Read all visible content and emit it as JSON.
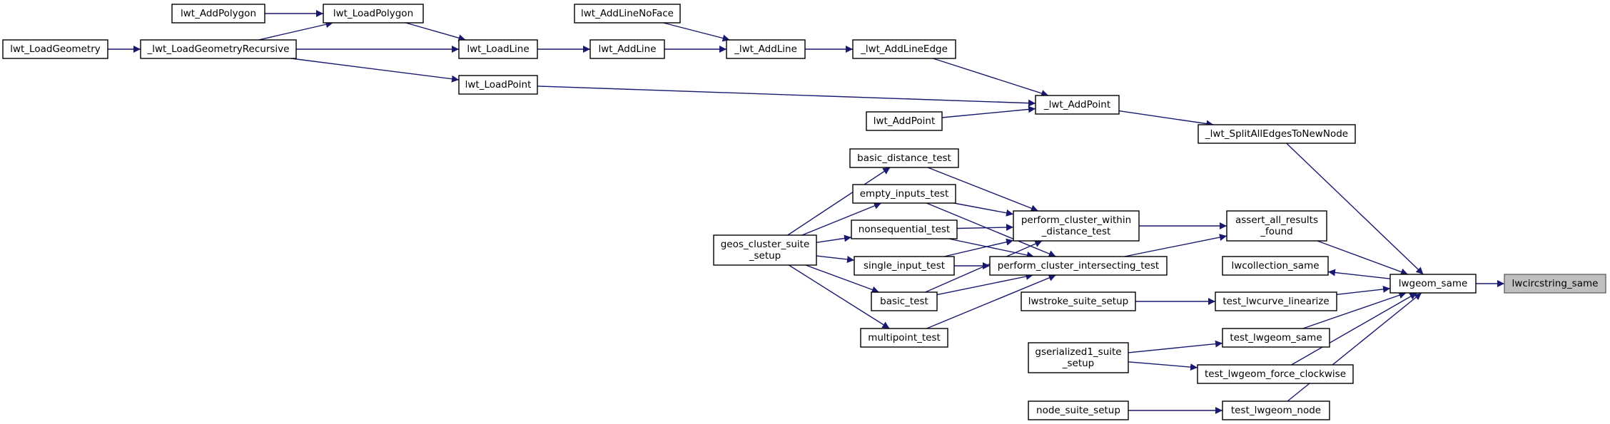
{
  "graph": {
    "edge_color": "#191970",
    "highlight_fill": "#bfbfbf",
    "nodes": {
      "lwcircstring_same": {
        "label": [
          "lwcircstring_same"
        ],
        "highlight": true
      },
      "lwgeom_same": {
        "label": [
          "lwgeom_same"
        ]
      },
      "lwt_SplitAllEdgesToNewNode": {
        "label": [
          "_lwt_SplitAllEdgesToNewNode"
        ]
      },
      "assert_all_results_found": {
        "label": [
          "assert_all_results",
          "_found"
        ]
      },
      "lwcollection_same": {
        "label": [
          "lwcollection_same"
        ]
      },
      "test_lwcurve_linearize": {
        "label": [
          "test_lwcurve_linearize"
        ]
      },
      "test_lwgeom_same": {
        "label": [
          "test_lwgeom_same"
        ]
      },
      "test_lwgeom_force_clockwise": {
        "label": [
          "test_lwgeom_force_clockwise"
        ]
      },
      "test_lwgeom_node": {
        "label": [
          "test_lwgeom_node"
        ]
      },
      "lwt_AddPoint_int": {
        "label": [
          "_lwt_AddPoint"
        ]
      },
      "lwt_AddLineEdge": {
        "label": [
          "_lwt_AddLineEdge"
        ]
      },
      "lwt_AddLine_int": {
        "label": [
          "_lwt_AddLine"
        ]
      },
      "lwt_AddLineNoFace": {
        "label": [
          "lwt_AddLineNoFace"
        ]
      },
      "lwt_AddLine": {
        "label": [
          "lwt_AddLine"
        ]
      },
      "lwt_LoadLine": {
        "label": [
          "lwt_LoadLine"
        ]
      },
      "lwt_LoadPolygon": {
        "label": [
          "lwt_LoadPolygon"
        ]
      },
      "lwt_AddPolygon": {
        "label": [
          "lwt_AddPolygon"
        ]
      },
      "lwt_LoadGeometryRecursive": {
        "label": [
          "_lwt_LoadGeometryRecursive"
        ]
      },
      "lwt_LoadGeometry": {
        "label": [
          "lwt_LoadGeometry"
        ]
      },
      "lwt_LoadPoint": {
        "label": [
          "lwt_LoadPoint"
        ]
      },
      "lwt_AddPoint": {
        "label": [
          "lwt_AddPoint"
        ]
      },
      "perform_cluster_within_distance_test": {
        "label": [
          "perform_cluster_within",
          "_distance_test"
        ]
      },
      "perform_cluster_intersecting_test": {
        "label": [
          "perform_cluster_intersecting_test"
        ]
      },
      "basic_distance_test": {
        "label": [
          "basic_distance_test"
        ]
      },
      "empty_inputs_test": {
        "label": [
          "empty_inputs_test"
        ]
      },
      "nonsequential_test": {
        "label": [
          "nonsequential_test"
        ]
      },
      "single_input_test": {
        "label": [
          "single_input_test"
        ]
      },
      "basic_test": {
        "label": [
          "basic_test"
        ]
      },
      "multipoint_test": {
        "label": [
          "multipoint_test"
        ]
      },
      "geos_cluster_suite_setup": {
        "label": [
          "geos_cluster_suite",
          "_setup"
        ]
      },
      "lwstroke_suite_setup": {
        "label": [
          "lwstroke_suite_setup"
        ]
      },
      "gserialized1_suite_setup": {
        "label": [
          "gserialized1_suite",
          "_setup"
        ]
      },
      "node_suite_setup": {
        "label": [
          "node_suite_setup"
        ]
      }
    },
    "edges": [
      [
        "lwgeom_same",
        "lwcircstring_same"
      ],
      [
        "lwt_SplitAllEdgesToNewNode",
        "lwgeom_same"
      ],
      [
        "assert_all_results_found",
        "lwgeom_same"
      ],
      [
        "lwgeom_same",
        "lwcollection_same"
      ],
      [
        "test_lwcurve_linearize",
        "lwgeom_same"
      ],
      [
        "test_lwgeom_same",
        "lwgeom_same"
      ],
      [
        "test_lwgeom_force_clockwise",
        "lwgeom_same"
      ],
      [
        "test_lwgeom_node",
        "lwgeom_same"
      ],
      [
        "lwt_AddPoint_int",
        "lwt_SplitAllEdgesToNewNode"
      ],
      [
        "lwt_AddLineEdge",
        "lwt_AddPoint_int"
      ],
      [
        "lwt_LoadPoint",
        "lwt_AddPoint_int"
      ],
      [
        "lwt_AddPoint",
        "lwt_AddPoint_int"
      ],
      [
        "lwt_AddLine_int",
        "lwt_AddLineEdge"
      ],
      [
        "lwt_AddLineNoFace",
        "lwt_AddLine_int"
      ],
      [
        "lwt_AddLine",
        "lwt_AddLine_int"
      ],
      [
        "lwt_LoadLine",
        "lwt_AddLine"
      ],
      [
        "lwt_LoadPolygon",
        "lwt_LoadLine"
      ],
      [
        "lwt_LoadGeometryRecursive",
        "lwt_LoadLine"
      ],
      [
        "lwt_AddPolygon",
        "lwt_LoadPolygon"
      ],
      [
        "lwt_LoadGeometryRecursive",
        "lwt_LoadPolygon"
      ],
      [
        "lwt_LoadGeometry",
        "lwt_LoadGeometryRecursive"
      ],
      [
        "lwt_LoadGeometryRecursive",
        "lwt_LoadPoint"
      ],
      [
        "perform_cluster_within_distance_test",
        "assert_all_results_found"
      ],
      [
        "perform_cluster_intersecting_test",
        "assert_all_results_found"
      ],
      [
        "basic_distance_test",
        "perform_cluster_within_distance_test"
      ],
      [
        "empty_inputs_test",
        "perform_cluster_within_distance_test"
      ],
      [
        "nonsequential_test",
        "perform_cluster_within_distance_test"
      ],
      [
        "single_input_test",
        "perform_cluster_within_distance_test"
      ],
      [
        "basic_test",
        "perform_cluster_within_distance_test"
      ],
      [
        "empty_inputs_test",
        "perform_cluster_intersecting_test"
      ],
      [
        "nonsequential_test",
        "perform_cluster_intersecting_test"
      ],
      [
        "single_input_test",
        "perform_cluster_intersecting_test"
      ],
      [
        "basic_test",
        "perform_cluster_intersecting_test"
      ],
      [
        "multipoint_test",
        "perform_cluster_intersecting_test"
      ],
      [
        "geos_cluster_suite_setup",
        "basic_distance_test"
      ],
      [
        "geos_cluster_suite_setup",
        "empty_inputs_test"
      ],
      [
        "geos_cluster_suite_setup",
        "nonsequential_test"
      ],
      [
        "geos_cluster_suite_setup",
        "single_input_test"
      ],
      [
        "geos_cluster_suite_setup",
        "basic_test"
      ],
      [
        "geos_cluster_suite_setup",
        "multipoint_test"
      ],
      [
        "lwstroke_suite_setup",
        "test_lwcurve_linearize"
      ],
      [
        "gserialized1_suite_setup",
        "test_lwgeom_same"
      ],
      [
        "gserialized1_suite_setup",
        "test_lwgeom_force_clockwise"
      ],
      [
        "node_suite_setup",
        "test_lwgeom_node"
      ]
    ]
  }
}
